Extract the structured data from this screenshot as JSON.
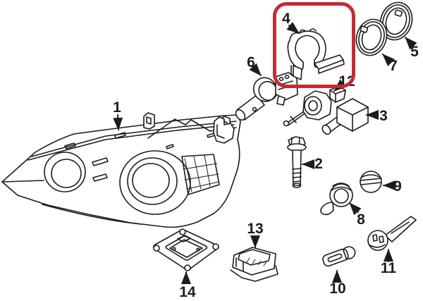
{
  "diagram": {
    "kind": "exploded-parts-diagram",
    "background_color": "#ffffff",
    "line_color": "#1c1c1c",
    "highlight_color": "#c32c33",
    "highlighted_part_label": "4",
    "labels": [
      "1",
      "2",
      "3",
      "4",
      "5",
      "6",
      "7",
      "8",
      "9",
      "10",
      "11",
      "12",
      "13",
      "14"
    ]
  }
}
